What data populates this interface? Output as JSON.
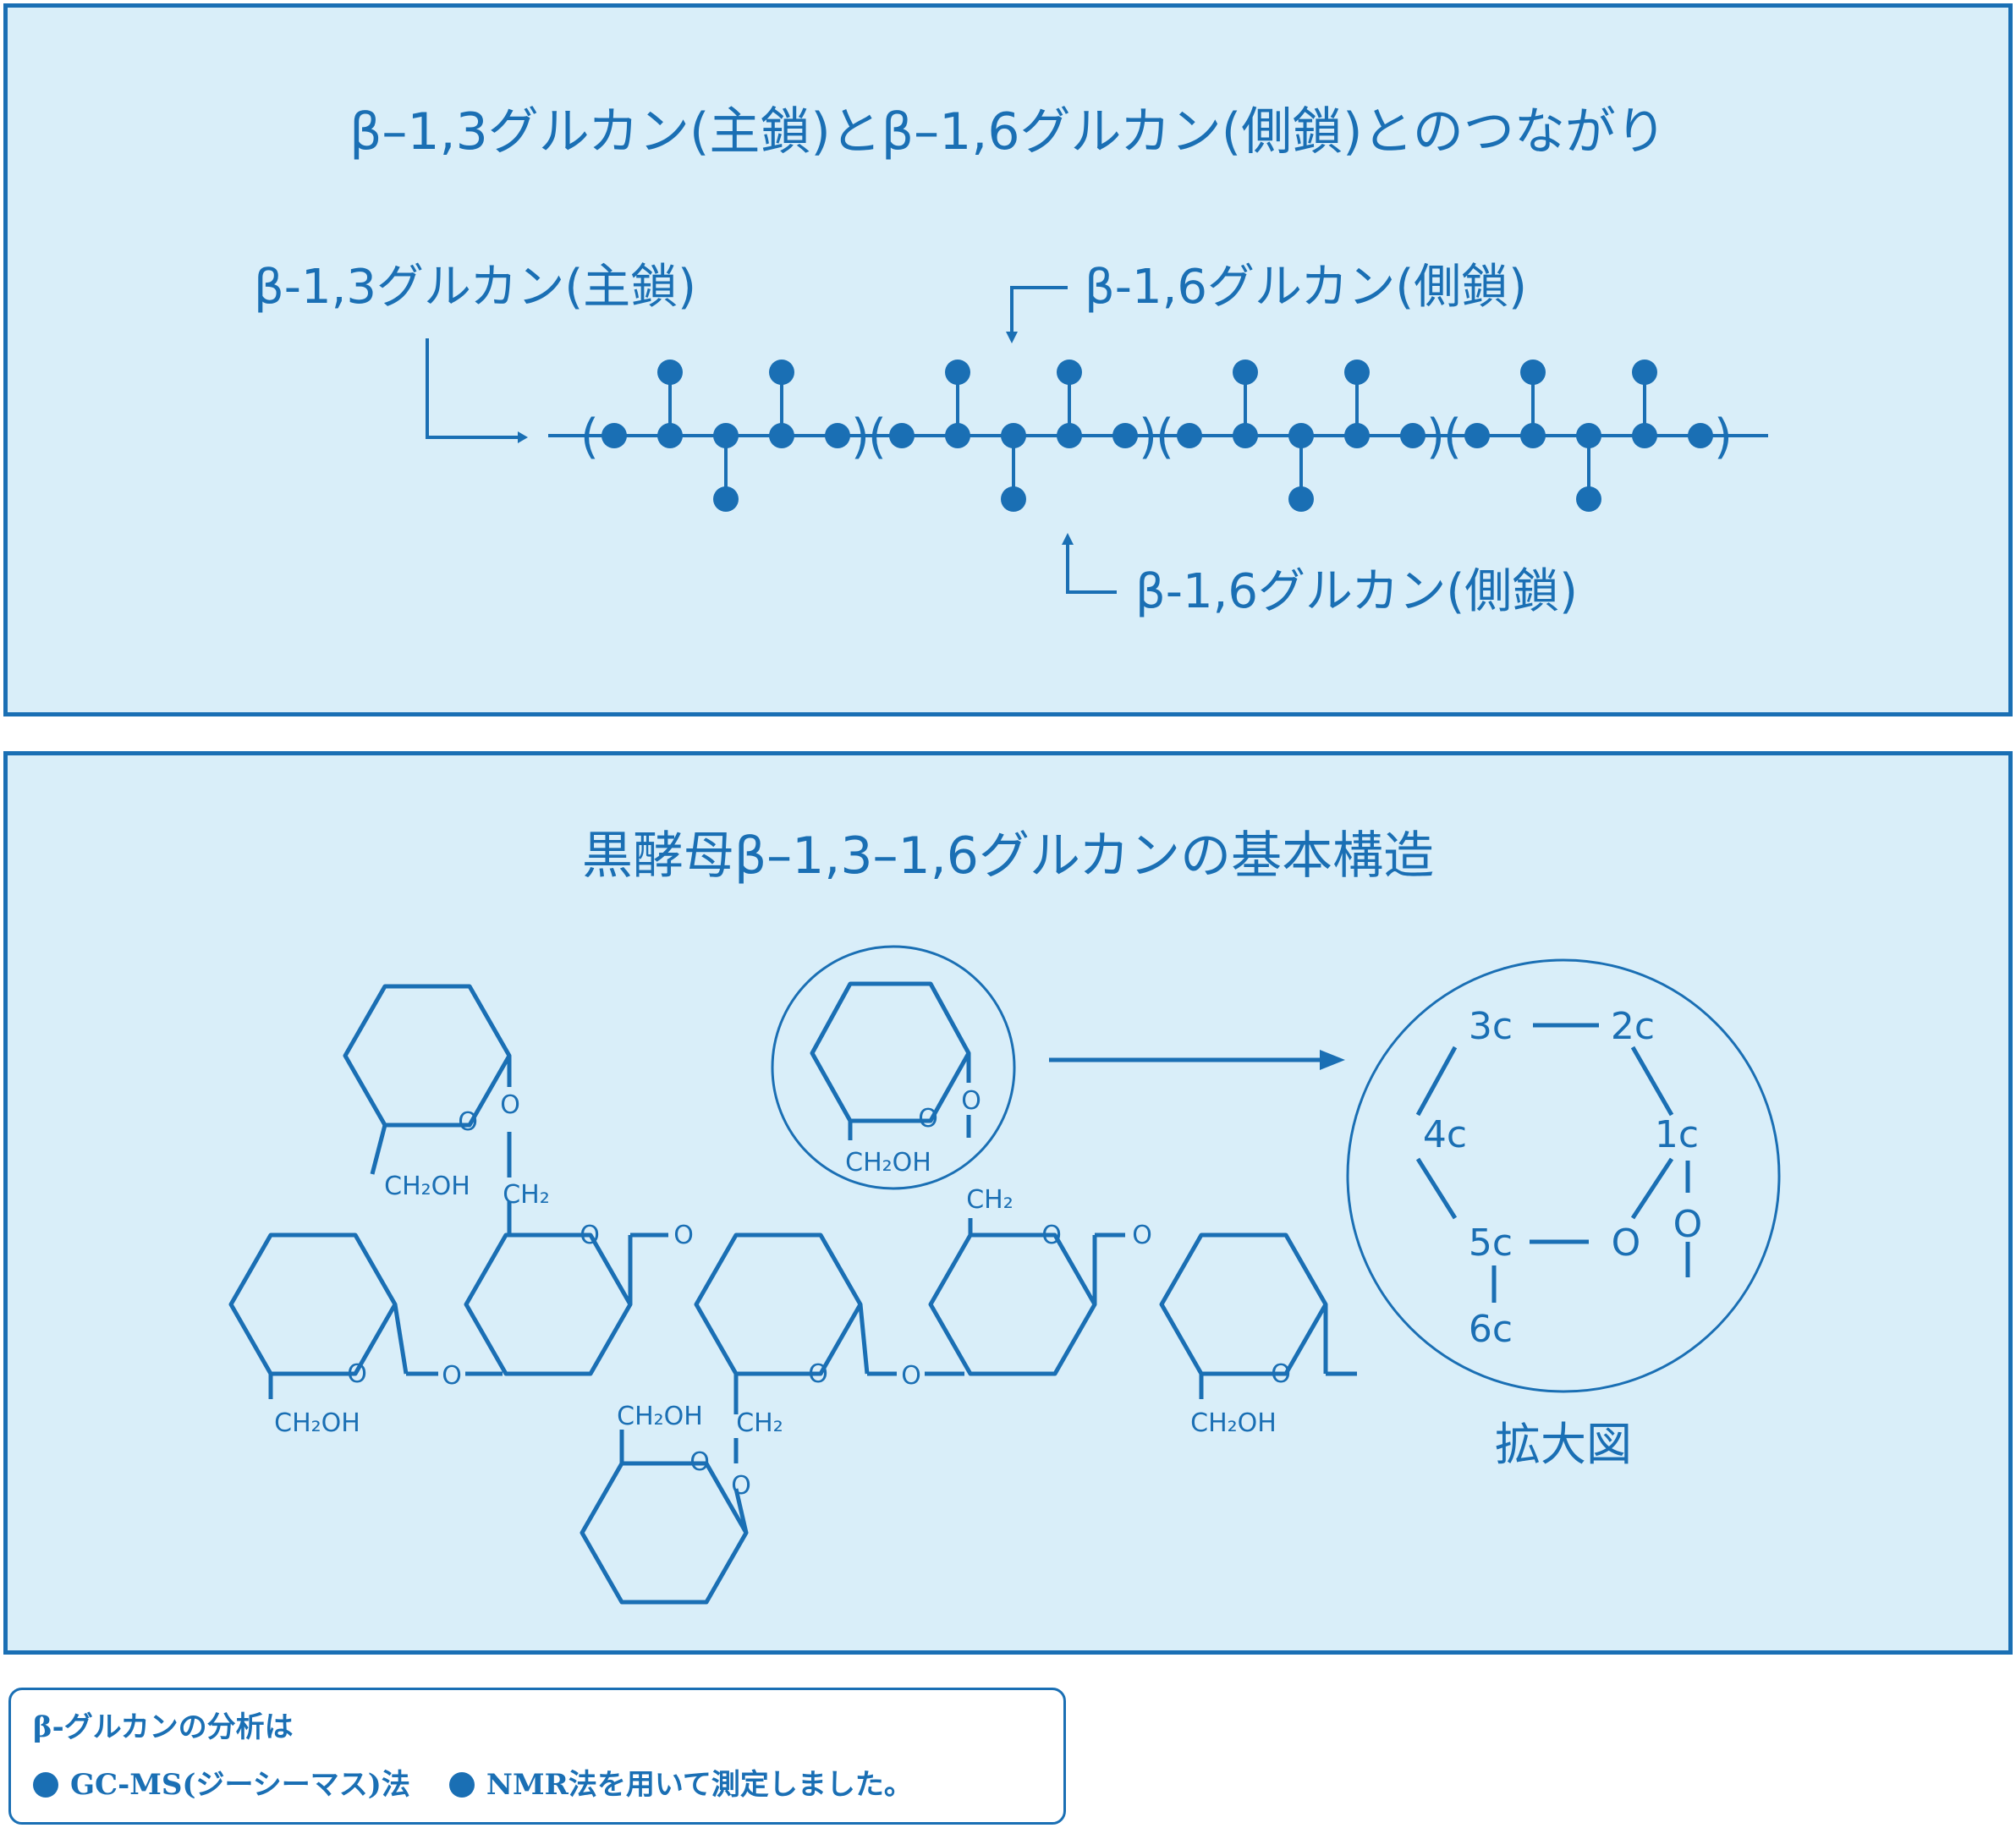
{
  "top_panel": {
    "title": "β–1,3グルカン(主鎖)とβ–1,6グルカン(側鎖)とのつながり",
    "label_main_chain": "β-1,3グルカン(主鎖)",
    "label_side_chain_upper": "β-1,6グルカン(側鎖)",
    "label_side_chain_lower": "β-1,6グルカン(側鎖)",
    "paren_open": "(",
    "paren_close": ")"
  },
  "bottom_panel": {
    "title": "黒酵母β–1,3–1,6グルカンの基本構造",
    "atom_o": "O",
    "group_ch2oh": "CH₂OH",
    "group_ch2": "CH₂",
    "enlarged": {
      "c1": "1c",
      "c2": "2c",
      "c3": "3c",
      "c4": "4c",
      "c5": "5c",
      "c6": "6c",
      "o": "O",
      "caption": "拡大図"
    }
  },
  "note": {
    "title": "β-グルカンの分析は",
    "item1": "GC-MS(ジーシーマス)法",
    "item2": "NMR法を用いて測定しました。"
  },
  "colors": {
    "primary": "#1a6fb4",
    "panel_bg": "#d9eef9"
  }
}
